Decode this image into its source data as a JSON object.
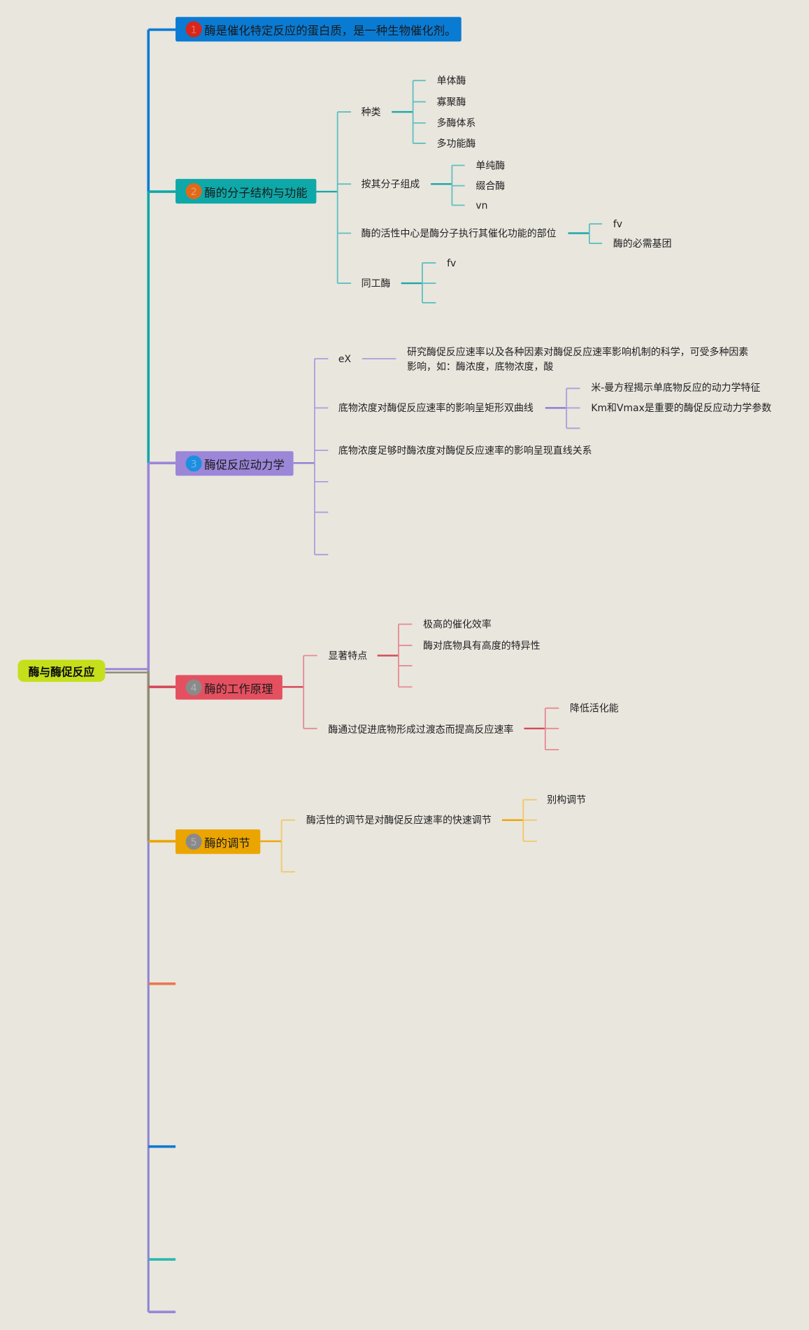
{
  "root": "酶与酶促反应",
  "colors": {
    "t1": "#0a7bd3",
    "t2": "#0fa8a8",
    "t3": "#9b86d8",
    "t4": "#e55060",
    "t5": "#eba500",
    "bg": "#e9e6de",
    "root": "#c5e01a"
  },
  "topics": [
    {
      "num": "1",
      "label": "酶是催化特定反应的蛋白质，是一种生物催化剂。"
    },
    {
      "num": "2",
      "label": "酶的分子结构与功能"
    },
    {
      "num": "3",
      "label": "酶促反应动力学"
    },
    {
      "num": "4",
      "label": "酶的工作原理"
    },
    {
      "num": "5",
      "label": "酶的调节"
    }
  ],
  "s2": {
    "types": {
      "label": "种类",
      "items": [
        "单体酶",
        "寡聚酶",
        "多酶体系",
        "多功能酶"
      ]
    },
    "composition": {
      "label": "按其分子组成",
      "items": [
        "单纯酶",
        "缀合酶",
        "vn"
      ]
    },
    "active_center": {
      "label": "酶的活性中心是酶分子执行其催化功能的部位",
      "items": [
        "fv",
        "酶的必需基团"
      ]
    },
    "isozyme": {
      "label": "同工酶",
      "items": [
        "fv"
      ]
    }
  },
  "s3": {
    "ex": {
      "label": "eX",
      "desc": "研究酶促反应速率以及各种因素对酶促反应速率影响机制的科学，可受多种因素影响，如：酶浓度，底物浓度，酸"
    },
    "hyperbola": {
      "label": "底物浓度对酶促反应速率的影响呈矩形双曲线",
      "items": [
        "米-曼方程揭示单底物反应的动力学特征",
        "Km和Vmax是重要的酶促反应动力学参数"
      ]
    },
    "linear": "底物浓度足够时酶浓度对酶促反应速率的影响呈现直线关系"
  },
  "s4": {
    "features": {
      "label": "显著特点",
      "items": [
        "极高的催化效率",
        "酶对底物具有高度的特异性"
      ]
    },
    "transition": {
      "label": "酶通过促进底物形成过渡态而提高反应速率",
      "items": [
        "降低活化能"
      ]
    }
  },
  "s5": {
    "fast": {
      "label": "酶活性的调节是对酶促反应速率的快速调节",
      "items": [
        "别构调节"
      ]
    }
  }
}
